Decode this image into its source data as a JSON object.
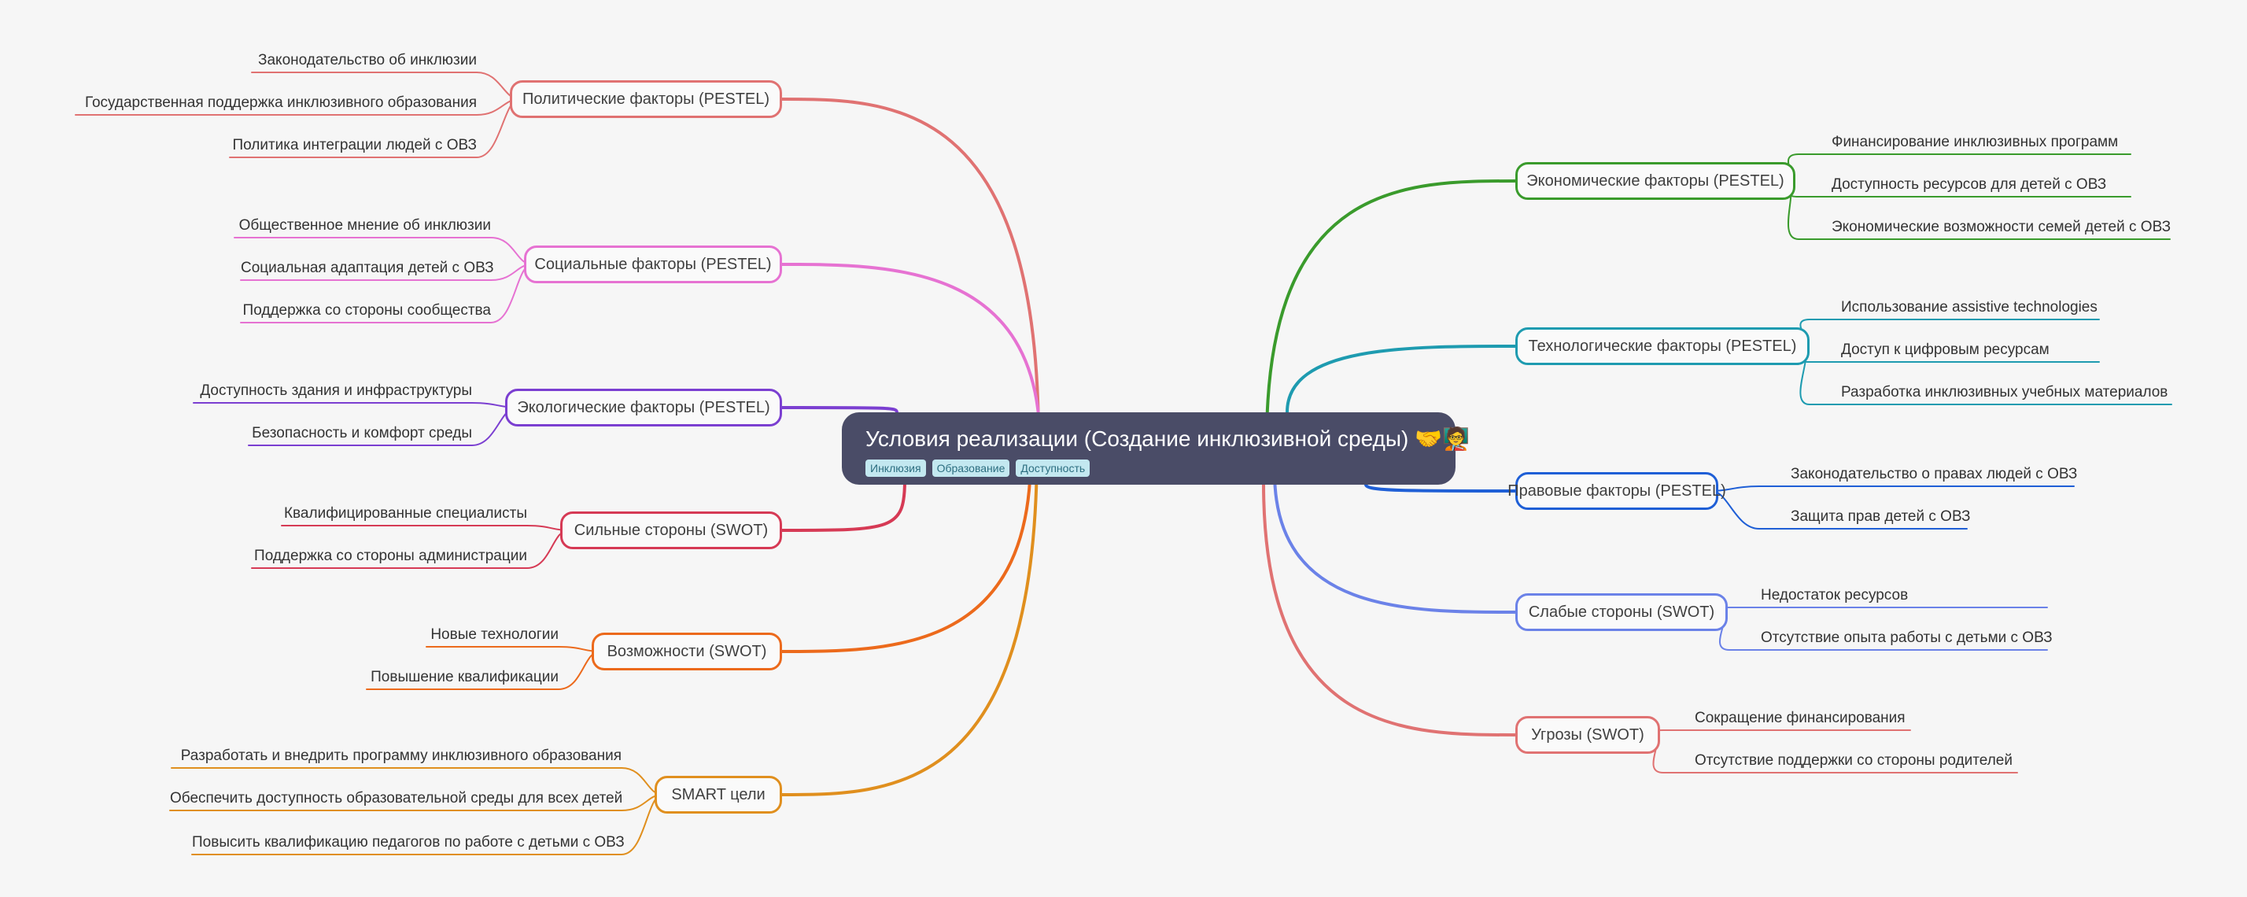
{
  "center": {
    "title": "Условия реализации (Создание инклюзивной среды) 🤝🧑‍🏫",
    "tags": [
      "Инклюзия",
      "Образование",
      "Доступность"
    ]
  },
  "branches": [
    {
      "label": "Политические факторы (PESTEL)",
      "color": "#e07272",
      "children": [
        "Законодательство об инклюзии",
        "Государственная поддержка инклюзивного образования",
        "Политика интеграции людей с ОВЗ"
      ]
    },
    {
      "label": "Социальные факторы (PESTEL)",
      "color": "#e672d2",
      "children": [
        "Общественное мнение об инклюзии",
        "Социальная адаптация детей с ОВЗ",
        "Поддержка со стороны сообщества"
      ]
    },
    {
      "label": "Экологические факторы (PESTEL)",
      "color": "#7b3fd1",
      "children": [
        "Доступность здания и инфраструктуры",
        "Безопасность и комфорт среды"
      ]
    },
    {
      "label": "Сильные стороны (SWOT)",
      "color": "#d63a55",
      "children": [
        "Квалифицированные специалисты",
        "Поддержка со стороны администрации"
      ]
    },
    {
      "label": "Возможности (SWOT)",
      "color": "#ec6a1c",
      "children": [
        "Новые технологии",
        "Повышение квалификации"
      ]
    },
    {
      "label": "SMART цели",
      "color": "#e08f1e",
      "children": [
        "Разработать и внедрить программу инклюзивного образования",
        "Обеспечить доступность образовательной среды для всех детей",
        "Повысить квалификацию педагогов по работе с детьми с ОВЗ"
      ]
    },
    {
      "label": "Экономические факторы (PESTEL)",
      "color": "#3a9b2c",
      "children": [
        "Финансирование инклюзивных программ",
        "Доступность ресурсов для детей с ОВЗ",
        "Экономические возможности семей детей с ОВЗ"
      ]
    },
    {
      "label": "Технологические факторы (PESTEL)",
      "color": "#1e9bb0",
      "children": [
        "Использование assistive technologies",
        "Доступ к цифровым ресурсам",
        "Разработка инклюзивных учебных материалов"
      ]
    },
    {
      "label": "Правовые факторы (PESTEL)",
      "color": "#1f5fd6",
      "children": [
        "Законодательство о правах людей с ОВЗ",
        "Защита прав детей с ОВЗ"
      ]
    },
    {
      "label": "Слабые стороны (SWOT)",
      "color": "#6b82e8",
      "children": [
        "Недостаток ресурсов",
        "Отсутствие опыта работы с детьми с ОВЗ"
      ]
    },
    {
      "label": "Угрозы (SWOT)",
      "color": "#e07272",
      "children": [
        "Сокращение финансирования",
        "Отсутствие поддержки со стороны родителей"
      ]
    }
  ]
}
